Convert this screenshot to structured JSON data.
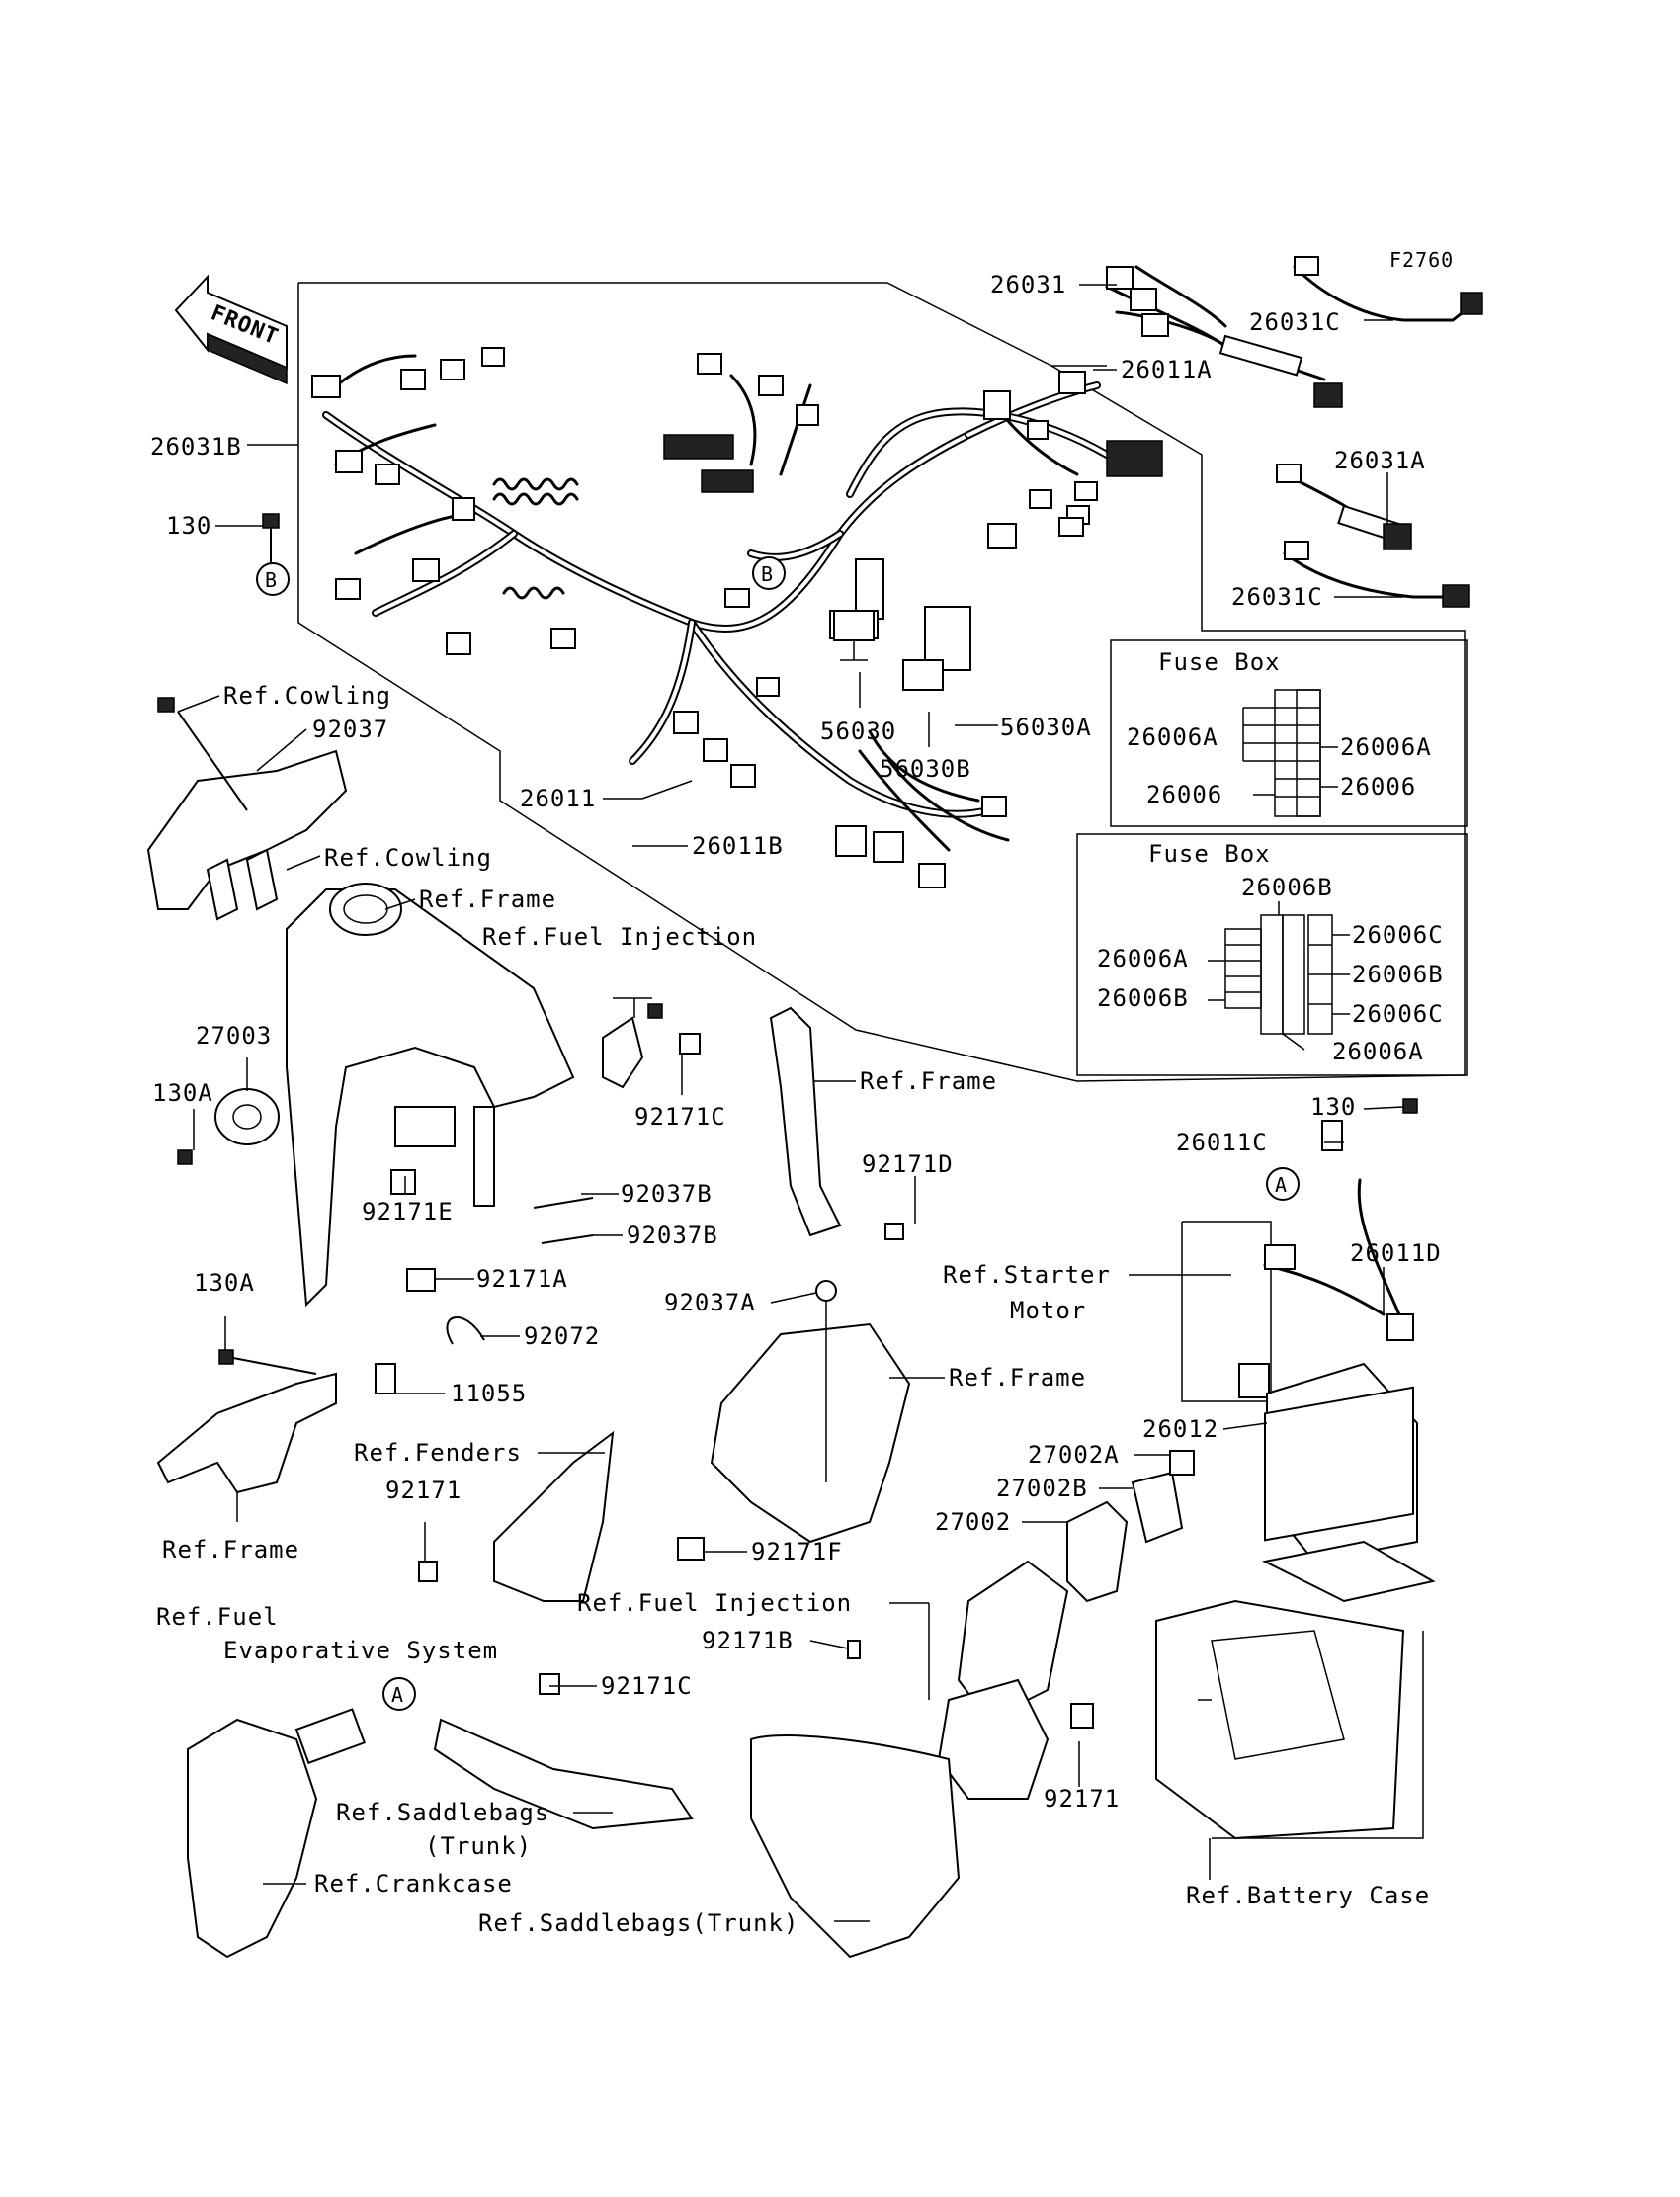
{
  "figure_code": "F2760",
  "front_label": "FRONT",
  "fuse_box_top": {
    "title": "Fuse Box",
    "labels": [
      "26006A",
      "26006A",
      "26006",
      "26006"
    ]
  },
  "fuse_box_bottom": {
    "title": "Fuse Box",
    "labels": [
      "26006B",
      "26006A",
      "26006C",
      "26006B",
      "26006B",
      "26006C",
      "26006A"
    ]
  },
  "callouts_circle": [
    "B",
    "B",
    "A",
    "A"
  ],
  "part_labels": [
    "26031",
    "26011A",
    "26031C",
    "26031A",
    "26031C",
    "26031B",
    "130",
    "56030",
    "56030A",
    "56030B",
    "26011",
    "26011B",
    "Ref.Cowling",
    "92037",
    "Ref.Cowling",
    "Ref.Frame",
    "Ref.Fuel Injection",
    "27003",
    "130A",
    "92171C",
    "Ref.Frame",
    "92171D",
    "92171E",
    "92037B",
    "92037B",
    "130",
    "26011C",
    "26011D",
    "130A",
    "92171A",
    "92072",
    "11055",
    "92037A",
    "Ref.Frame",
    "Ref.Starter",
    "Motor",
    "26012",
    "27002A",
    "27002B",
    "27002",
    "Ref.Fenders",
    "92171",
    "Ref.Frame",
    "92171F",
    "Ref.Fuel Injection",
    "Ref.Fuel",
    "Evaporative System",
    "92171B",
    "92171C",
    "Ref.Saddlebags",
    "(Trunk)",
    "92171",
    "Ref.Crankcase",
    "Ref.Saddlebags(Trunk)",
    "Ref.Battery Case"
  ]
}
